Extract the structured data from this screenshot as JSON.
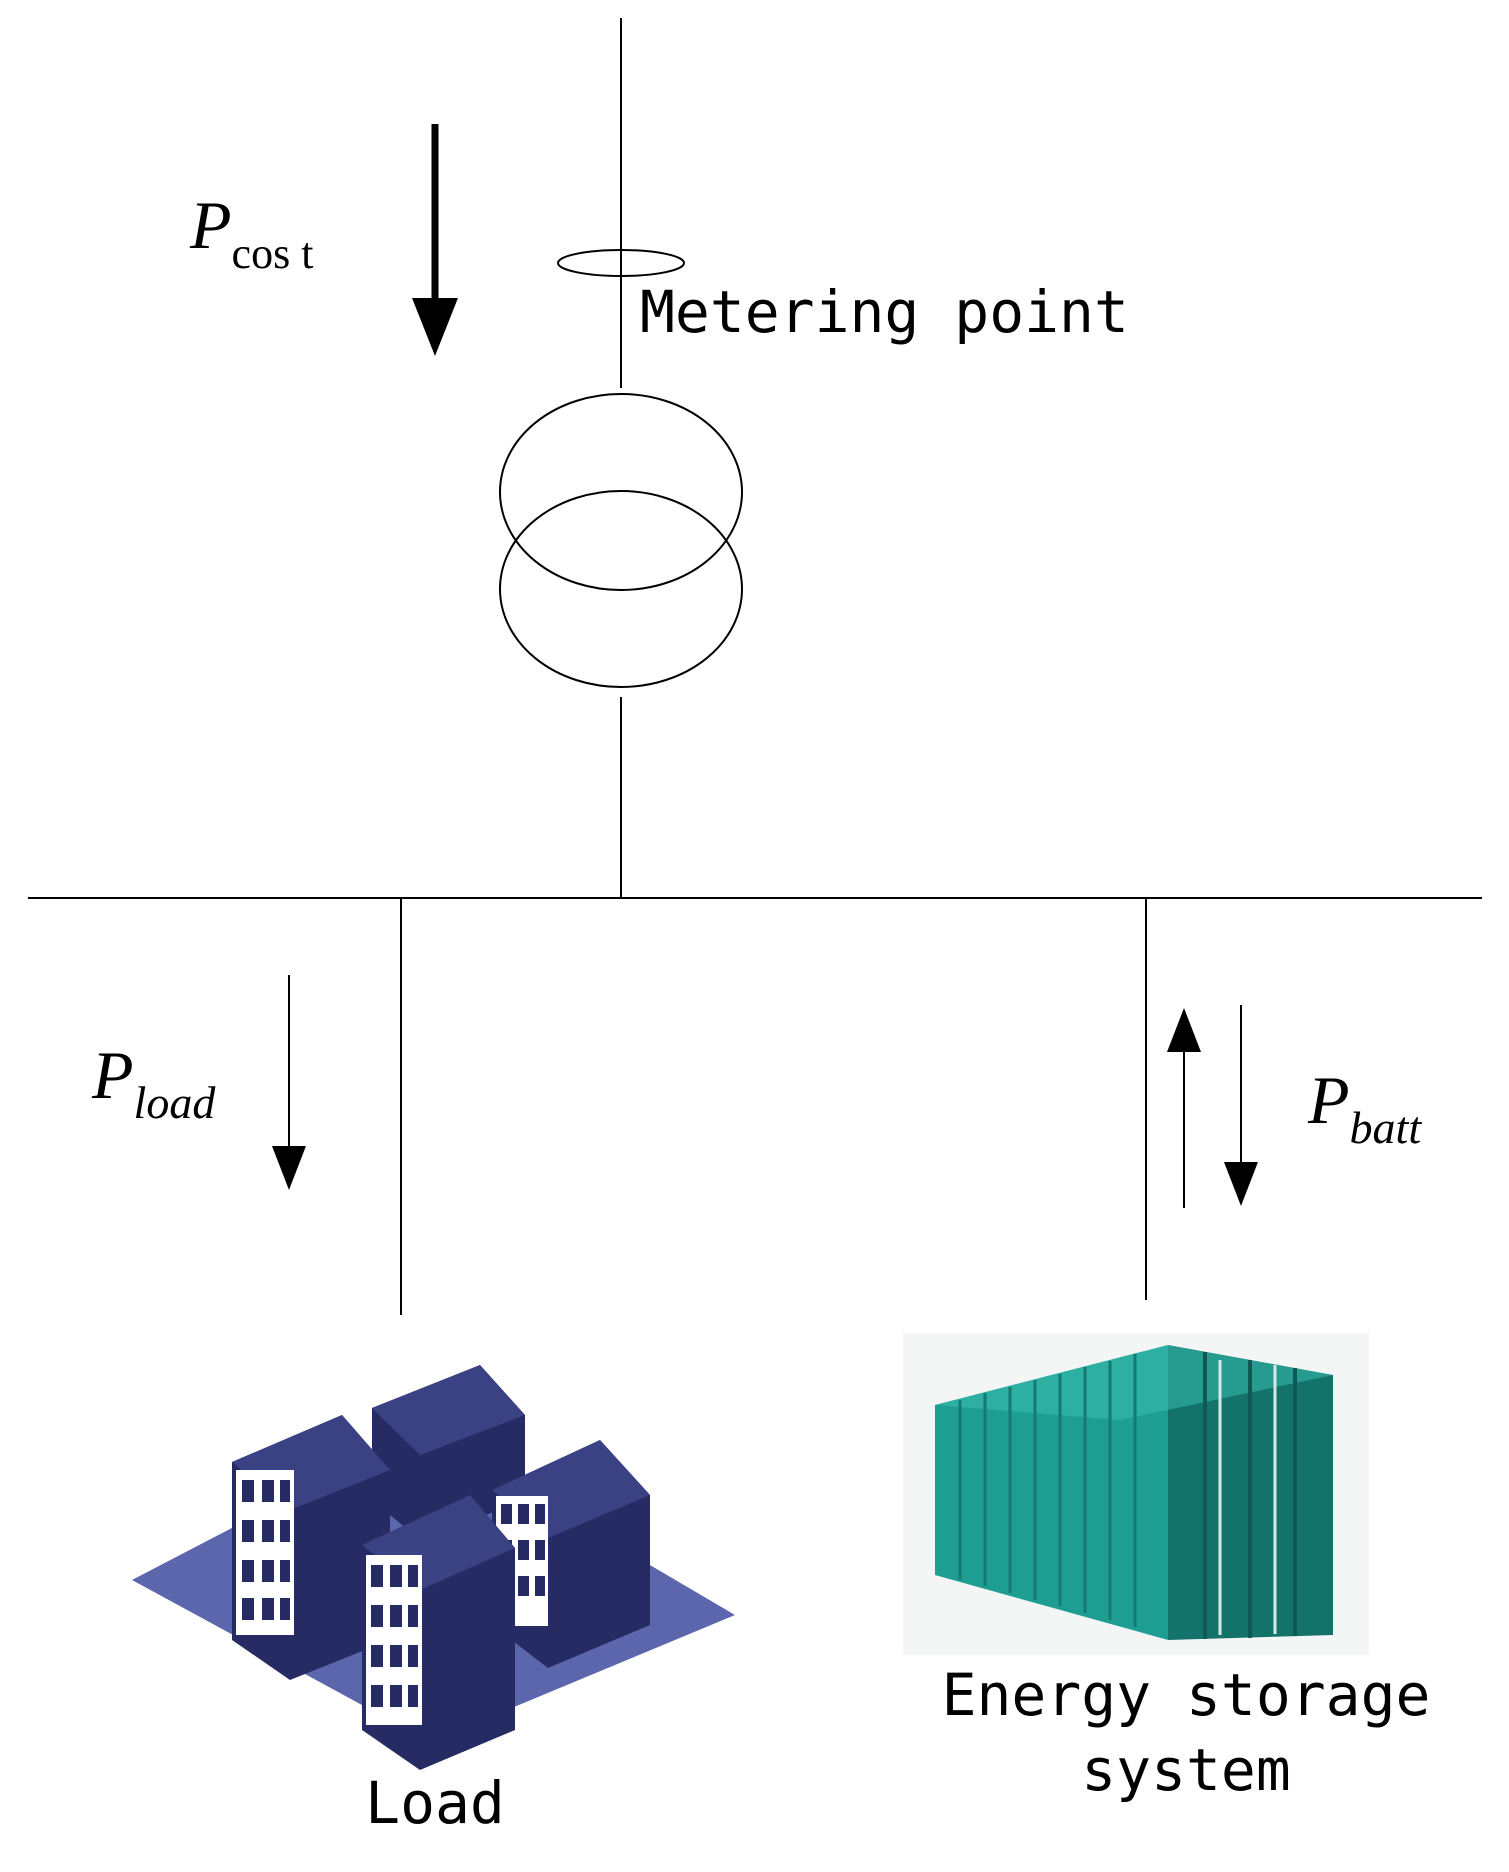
{
  "labels": {
    "metering_point": "Metering point",
    "load": "Load",
    "ess_line1": "Energy storage",
    "ess_line2": "system"
  },
  "symbols": {
    "p_cost": {
      "base": "P",
      "sub": "cos t"
    },
    "p_load": {
      "base": "P",
      "sub": "load"
    },
    "p_batt": {
      "base": "P",
      "sub": "batt"
    }
  },
  "colors": {
    "line": "#000000",
    "building_roof": "#3b4283",
    "building_wall": "#272b63",
    "building_window": "#ffffff",
    "ground": "#5b66ac",
    "container": "#1e9e92",
    "container_dark": "#137269",
    "container_light": "#3bbdb0"
  },
  "icons": {
    "load": "apartment-buildings-icon",
    "storage": "shipping-container-icon"
  }
}
